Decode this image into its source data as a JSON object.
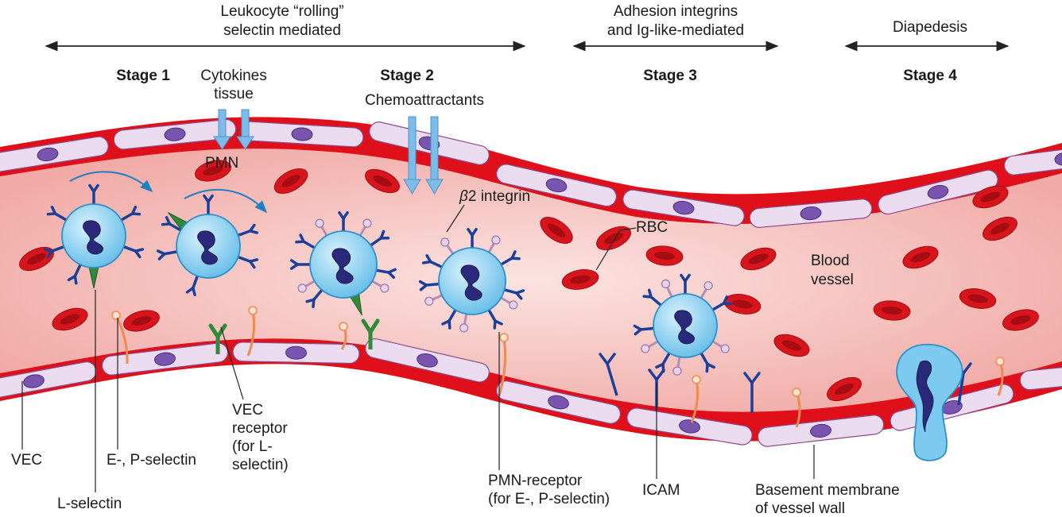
{
  "header": {
    "rolling": [
      "Leukocyte “rolling”",
      "selectin mediated"
    ],
    "adhesion": [
      "Adhesion integrins",
      "and Ig-like-mediated"
    ],
    "diapedesis": "Diapedesis"
  },
  "stages": [
    "Stage 1",
    "Stage 2",
    "Stage 3",
    "Stage 4"
  ],
  "inputs": {
    "cytokines": [
      "Cytokines",
      "tissue"
    ],
    "chemo": "Chemoattractants"
  },
  "labels": {
    "pmn": "PMN",
    "beta2_symbol": "β",
    "beta2_rest": "2 integrin",
    "rbc": "RBC",
    "blood_vessel": [
      "Blood",
      "vessel"
    ],
    "vec": "VEC",
    "l_selectin": "L-selectin",
    "ep_selectin": "E-, P-selectin",
    "vec_receptor": [
      "VEC",
      "receptor",
      "(for L-",
      "selectin)"
    ],
    "pmn_receptor": [
      "PMN-receptor",
      "(for E-, P-selectin)"
    ],
    "icam": "ICAM",
    "basement": [
      "Basement membrane",
      "of vessel wall"
    ]
  },
  "colors": {
    "vessel_wall": "#e0101a",
    "endothelium": "#eadbee",
    "nucleus": "#7a55b0",
    "lumen": "#f4b8b4",
    "rbc": "#d8151c",
    "leukocyte": "#8dd0f0",
    "leuk_nucleus": "#2b2a7a",
    "receptor_blue": "#1c3f9a",
    "l_selectin_green": "#2f8a3a",
    "selectin_orange": "#f08a50",
    "integrin_lilac": "#c6a8cc",
    "input_arrow": "#6aaee0"
  }
}
